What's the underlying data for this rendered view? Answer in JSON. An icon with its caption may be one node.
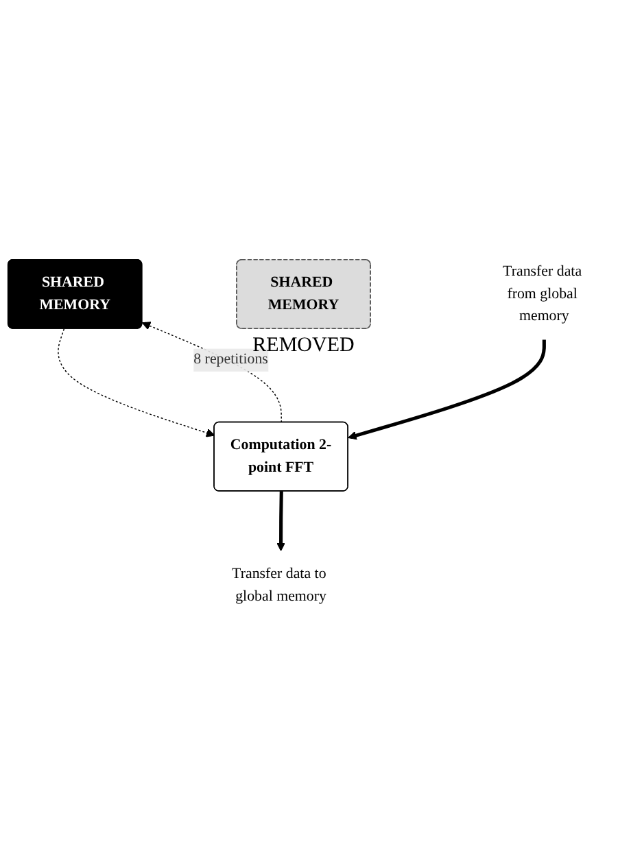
{
  "diagram": {
    "nodes": [
      {
        "text": [
          "SHARED MEMORY"
        ]
      },
      {
        "text": [
          "Computation 2-point FFT"
        ]
      },
      {
        "text": [
          "SHARED MEMORY"
        ],
        "beside": [
          "REMOVED"
        ]
      },
      {
        "text": [
          "Transfer data from global memory"
        ]
      },
      {
        "text": [
          "Transfer data to global memory"
        ]
      }
    ],
    "edges": [
      {
        "from": 0,
        "to": 1,
        "arrow": "to",
        "style": "dashed"
      },
      {
        "from": 1,
        "to": 0,
        "arrow": "to",
        "style": "dashed",
        "label": "8 repetitions"
      },
      {
        "from": 3,
        "to": 1,
        "arrow": "to",
        "style": "thick"
      },
      {
        "from": 1,
        "to": 4,
        "arrow": "to",
        "style": "thick"
      }
    ]
  }
}
